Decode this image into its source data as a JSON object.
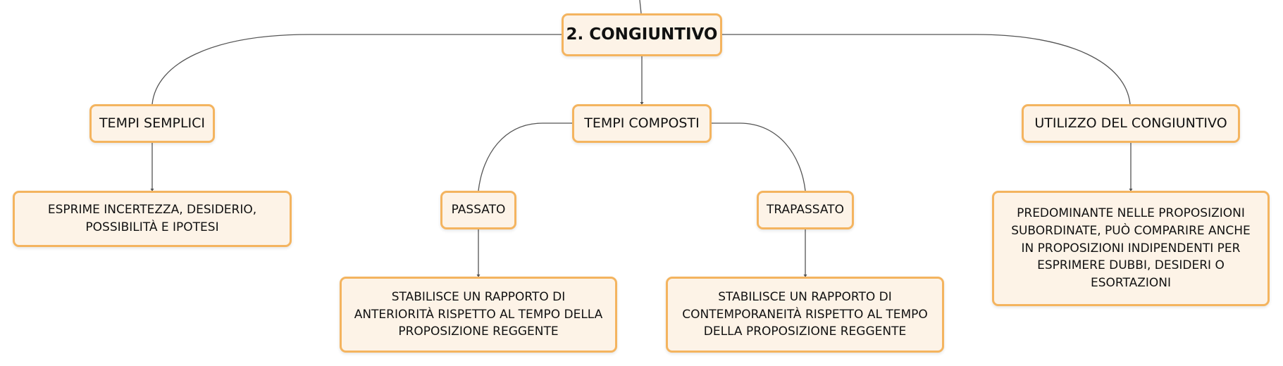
{
  "diagram": {
    "root": {
      "label": "2. CONGIUNTIVO"
    },
    "tempi_semplici": {
      "label": "TEMPI SEMPLICI",
      "description": "ESPRIME INCERTEZZA, DESIDERIO, POSSIBILITÀ E IPOTESI"
    },
    "tempi_composti": {
      "label": "TEMPI COMPOSTI",
      "passato": {
        "label": "PASSATO",
        "description": "STABILISCE UN RAPPORTO DI ANTERIORITÀ RISPETTO AL TEMPO DELLA PROPOSIZIONE REGGENTE"
      },
      "trapassato": {
        "label": "TRAPASSATO",
        "description": "STABILISCE UN RAPPORTO DI CONTEMPORANEITÀ RISPETTO AL TEMPO DELLA PROPOSIZIONE REGGENTE"
      }
    },
    "utilizzo": {
      "label": "UTILIZZO DEL CONGIUNTIVO",
      "description": "PREDOMINANTE NELLE PROPOSIZIONI SUBORDINATE, PUÒ COMPARIRE ANCHE IN PROPOSIZIONI INDIPENDENTI PER ESPRIMERE DUBBI, DESIDERI O ESORTAZIONI"
    }
  },
  "colors": {
    "node_fill": "#fdf3e7",
    "node_border": "#f4b45f",
    "connector": "#555555"
  }
}
